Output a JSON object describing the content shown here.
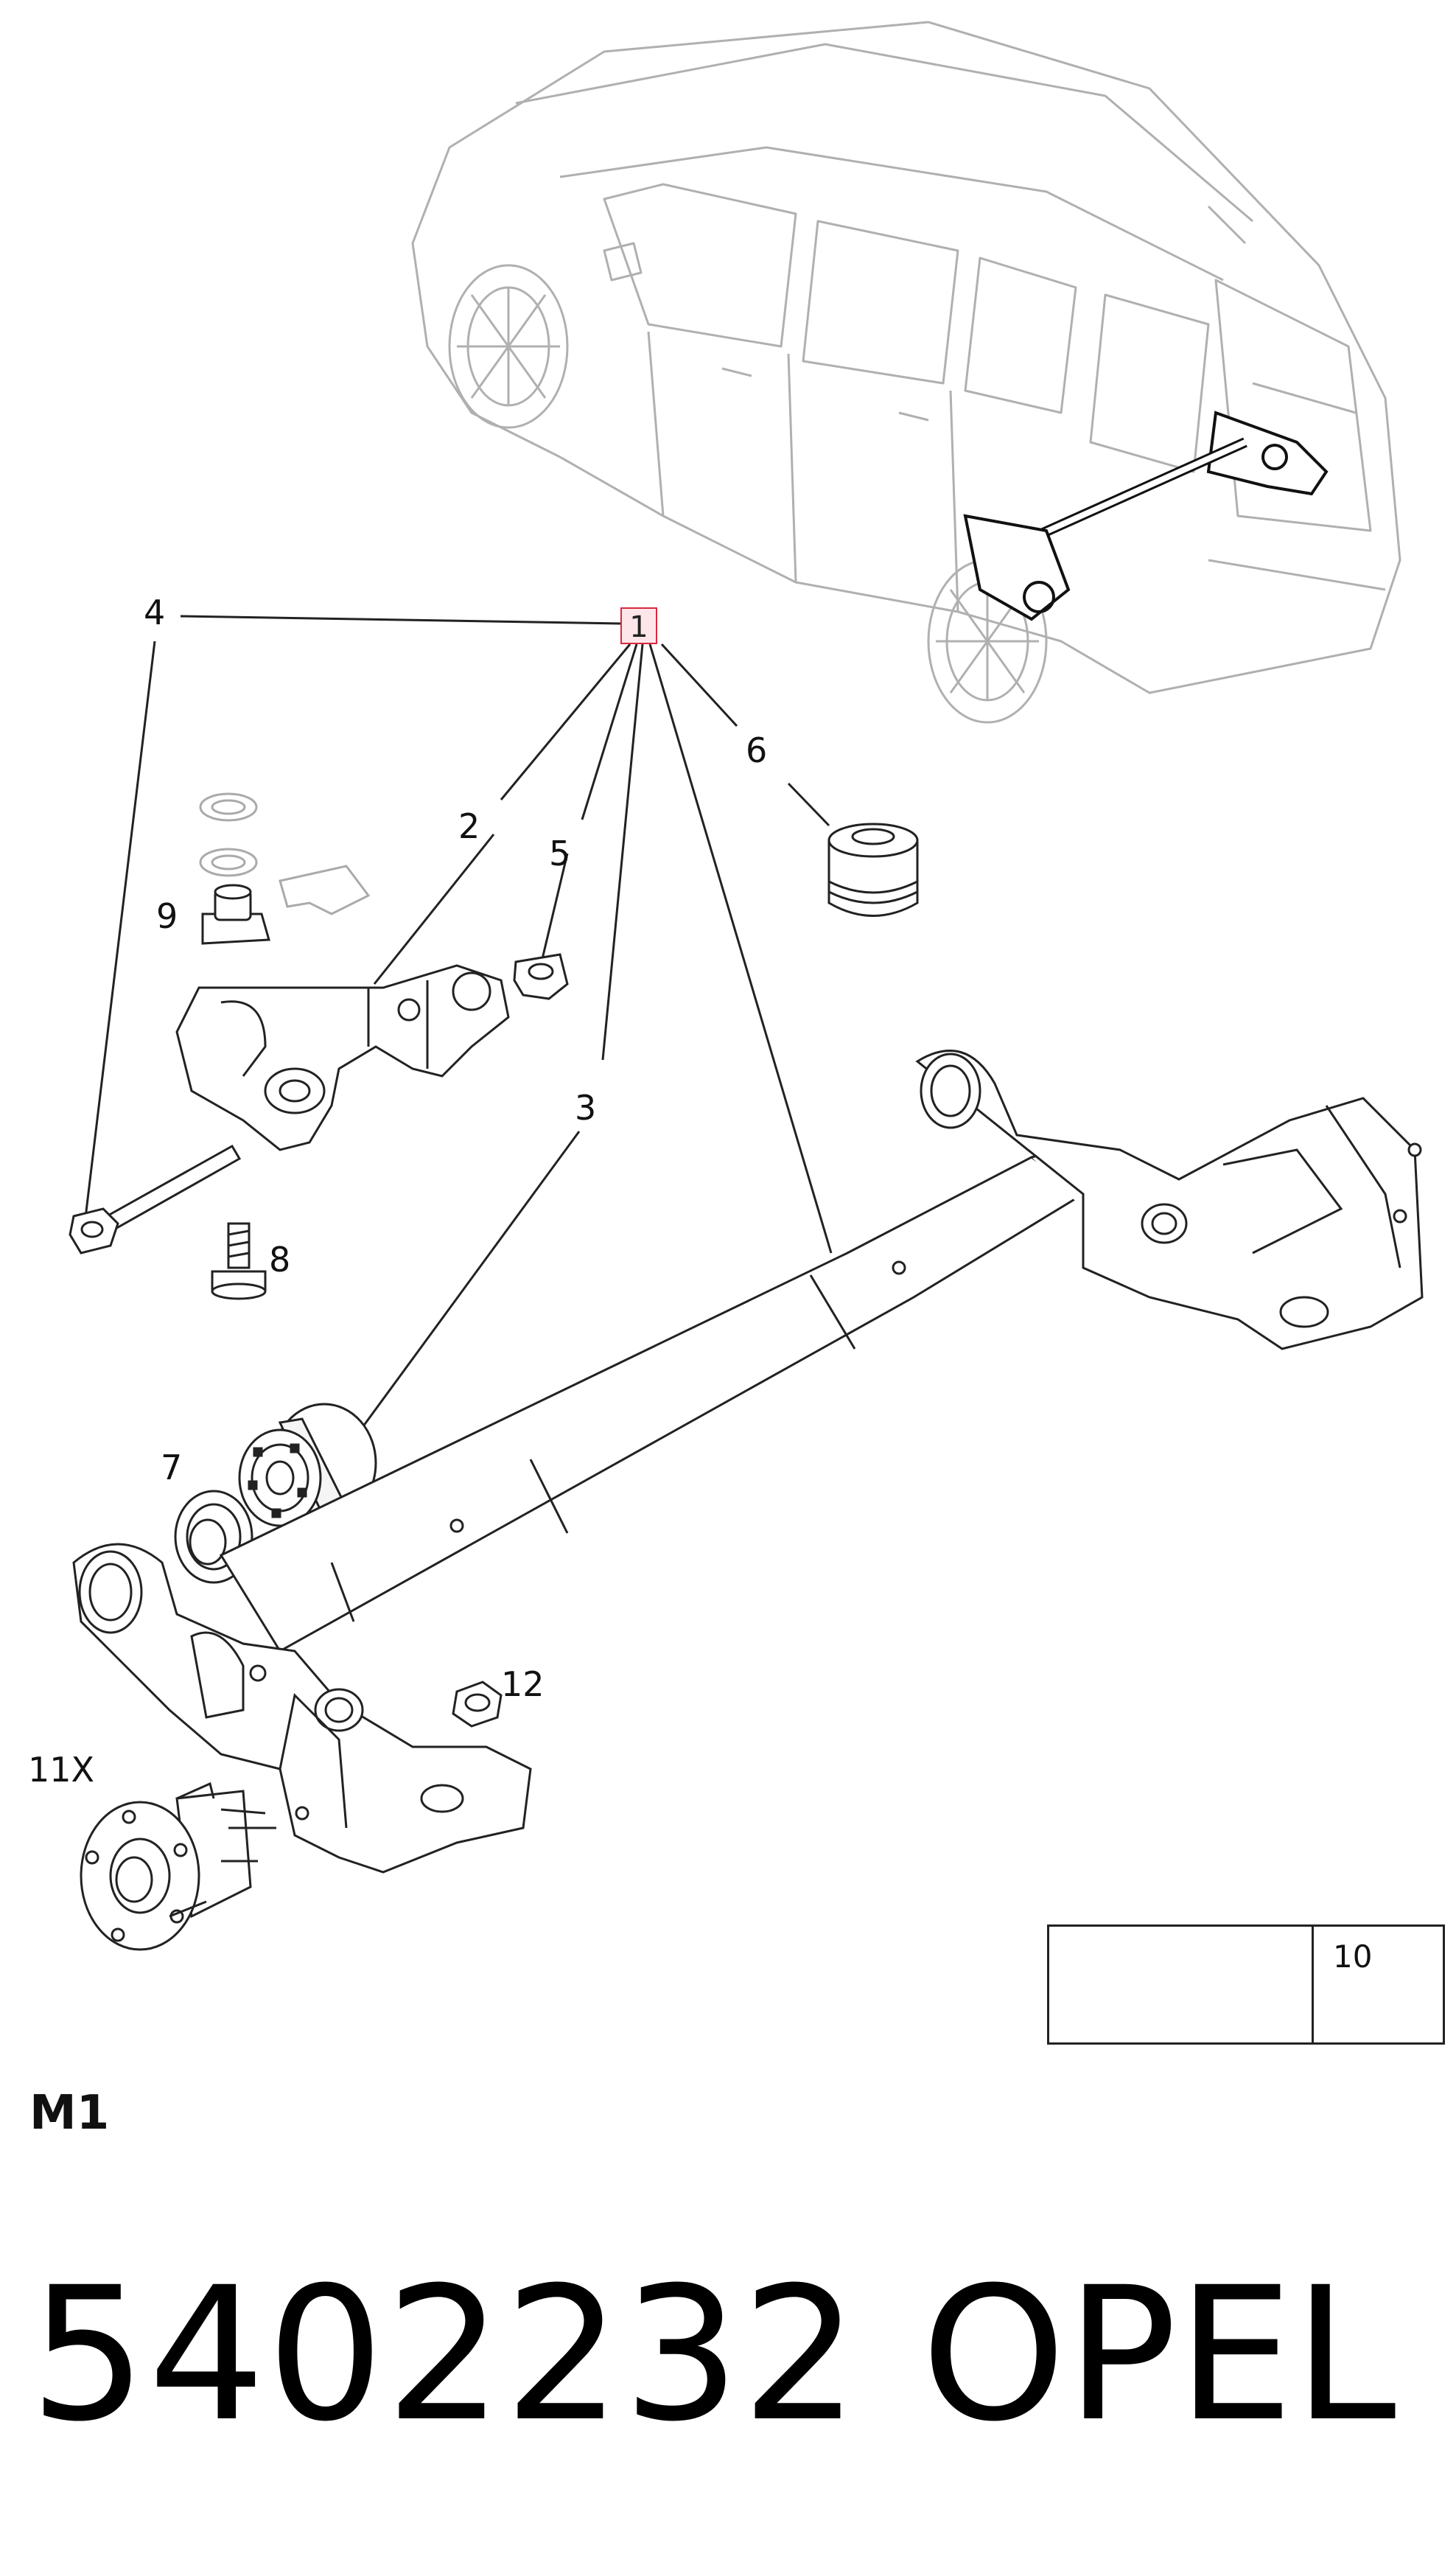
{
  "callouts": {
    "c1": "1",
    "c2": "2",
    "c3": "3",
    "c4": "4",
    "c5": "5",
    "c6": "6",
    "c7": "7",
    "c8": "8",
    "c9": "9",
    "c10": "10",
    "c11": "11X",
    "c12": "12"
  },
  "section_code": "M1",
  "part_number": "5402232",
  "brand": "OPEL",
  "colors": {
    "line": "#222222",
    "car_outline": "#b0b0b0",
    "highlight_border": "#d9283c",
    "highlight_fill": "#fde6ea"
  },
  "icons": {
    "manual": "open-book-wrench-icon",
    "adhesive": "sealant-tube-icon"
  }
}
